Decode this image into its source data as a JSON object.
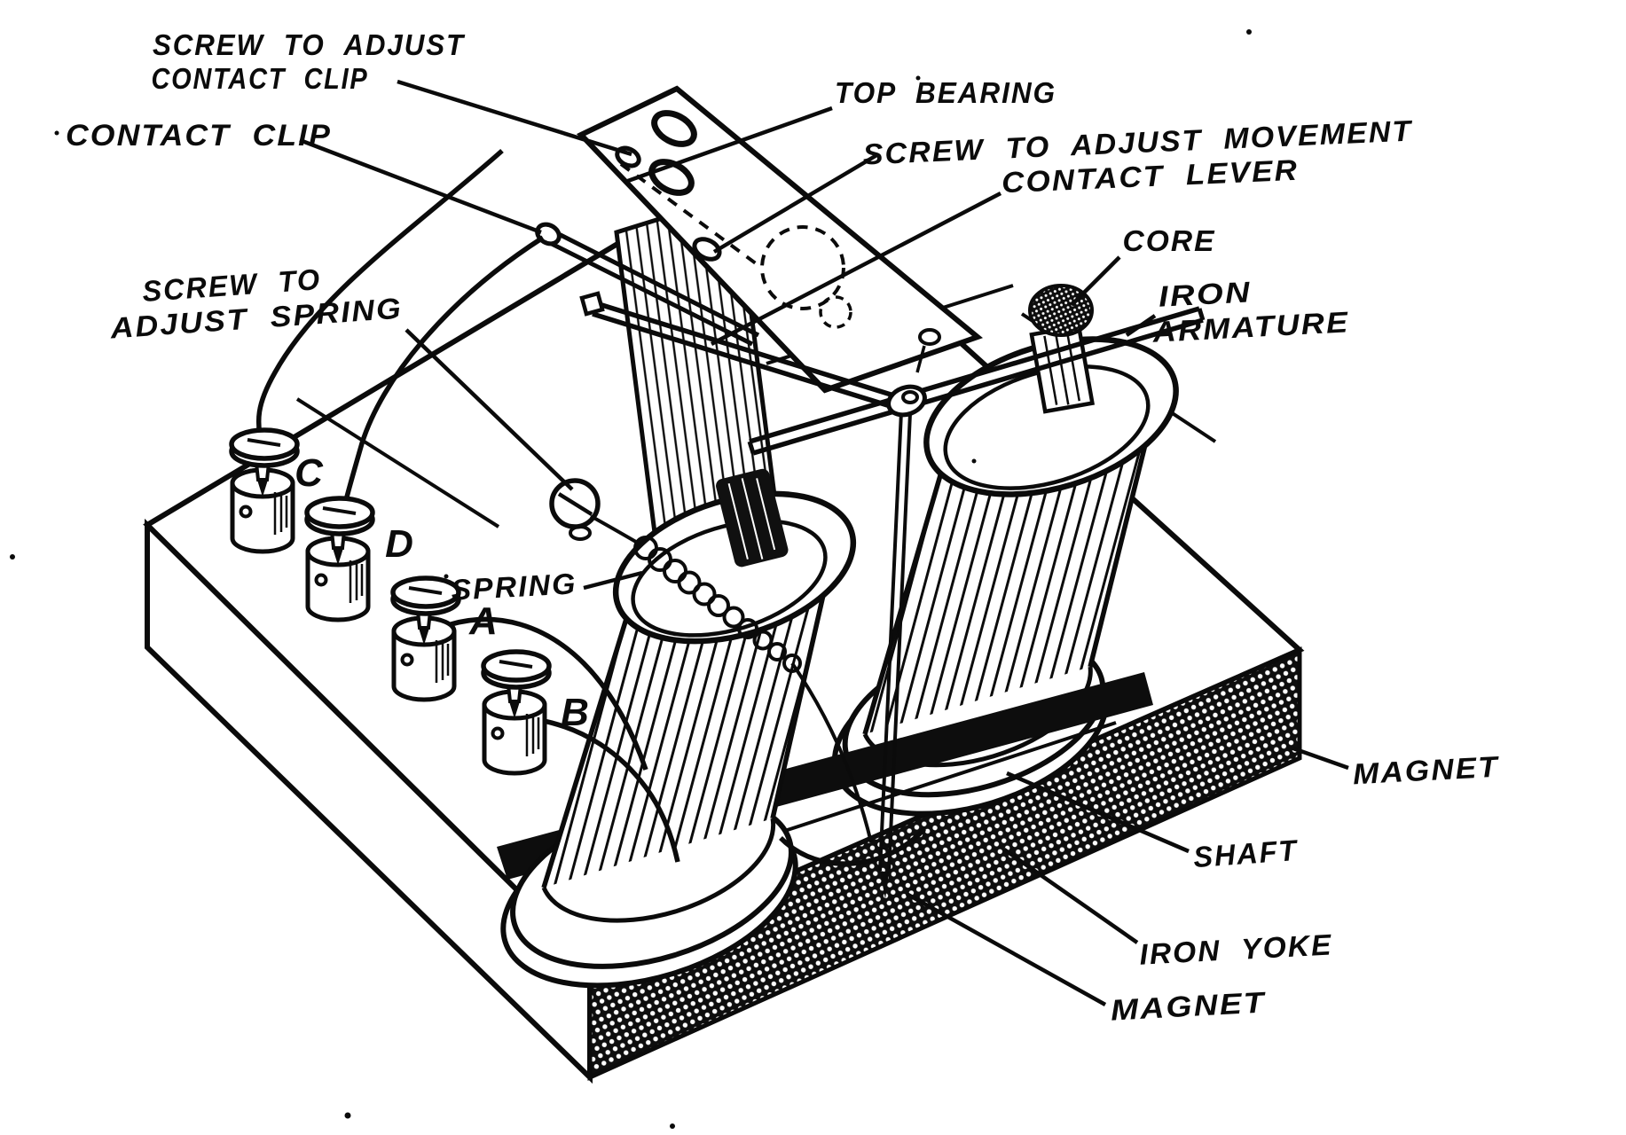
{
  "figure": {
    "type": "technical-line-diagram",
    "subject": "Electromagnetic buzzer relay mechanism mounted on a wooden base",
    "ink_color": "#0b0b0b",
    "paper_color": "#ffffff",
    "labels": {
      "screw_adjust_clip_line1": "SCREW TO ADJUST",
      "screw_adjust_clip_line2": "CONTACT CLIP",
      "contact_clip": "CONTACT CLIP",
      "top_bearing": "TOP BEARING",
      "screw_adjust_movement": "SCREW TO ADJUST MOVEMENT",
      "contact_lever": "CONTACT LEVER",
      "core": "CORE",
      "iron_armature_line1": "IRON",
      "iron_armature_line2": "ARMATURE",
      "screw_adjust_spring_line1": "SCREW TO",
      "screw_adjust_spring_line2": "ADJUST SPRING",
      "spring": "SPRING",
      "magnet_upper": "MAGNET",
      "shaft": "SHAFT",
      "iron_yoke": "IRON YOKE",
      "magnet_lower": "MAGNET",
      "terminal_c": "C",
      "terminal_d": "D",
      "terminal_a": "A",
      "terminal_b": "B"
    }
  }
}
